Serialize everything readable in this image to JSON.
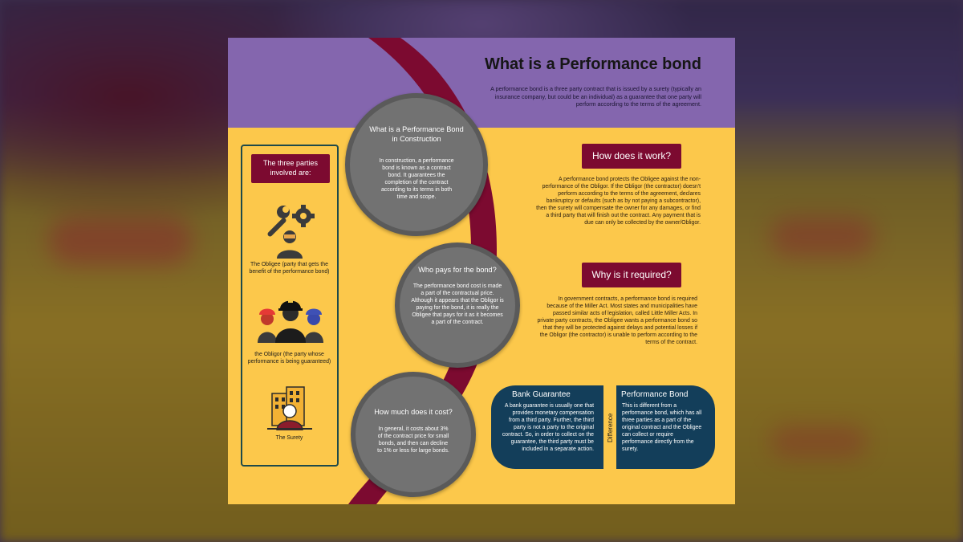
{
  "title": "What is a Performance bond",
  "intro": "A performance bond is a three party contract that is issued by a surety (typically an insurance company, but could be an individual) as a guarantee that one party will perform according to the terms of the agreement.",
  "parties": {
    "heading": "The three parties involved are:",
    "obligee": "The Obligee (party that gets the benefit of the performance bond)",
    "obligor": "the Obligor (the party whose performance is being guaranteed)",
    "surety": "The Surety"
  },
  "circles": {
    "construction": {
      "title": "What is a Performance Bond in Construction",
      "body": "In construction, a performance bond is known as a contract bond. It guarantees the completion of the contract according to its terms in both time and scope."
    },
    "who_pays": {
      "title": "Who pays for the bond?",
      "body": "The performance bond cost is made a part of the contractual price. Although it appears that the Obligor is paying for the bond, it is really the Obligee that pays for it as it becomes a part of the contract."
    },
    "cost": {
      "title": "How much does it cost?",
      "body": "In general, it costs about 3% of the contract price for small bonds, and then can decline to 1% or less for large bonds."
    }
  },
  "how_it_works": {
    "heading": "How does it work?",
    "body": "A performance bond protects the Obligee against the non-performance of the Obligor. If the Obligor (the contractor) doesn't perform according to the terms of the agreement, declares bankruptcy or defaults (such as by not paying a subcontractor), then the surety will compensate the owner for any damages, or find a third party that will finish out the contract. Any payment that is due can only be collected by the owner/Obligor."
  },
  "why_required": {
    "heading": "Why is it required?",
    "body": "In government contracts, a performance bond is required because of the Miller Act. Most states and municipalities have passed similar acts of legislation, called Little Miller Acts. In private party contracts, the Obligee wants a performance bond so that they will be protected against delays and potential losses if the Obligor (the contractor) is unable to perform according to the terms of the contract."
  },
  "comparison": {
    "difference_label": "Difference",
    "bank_guarantee": {
      "heading": "Bank Guarantee",
      "body": "A bank guarantee is usually one that provides monetary compensation from a third party. Further, the third party is not a party to the original contract. So, in order to collect on the guarantee, the third party must be included in a separate action."
    },
    "performance_bond": {
      "heading": "Performance Bond",
      "body": "This is different from a performance bond, which has all three parties as a part of the original contract and the Obligee can collect or require performance directly from the surety."
    }
  },
  "colors": {
    "purple": "#8466ae",
    "yellow": "#fcc84b",
    "maroon": "#7c0a30",
    "grey": "#727272",
    "navy": "#133e5a",
    "teal_border": "#1e4a4a"
  }
}
